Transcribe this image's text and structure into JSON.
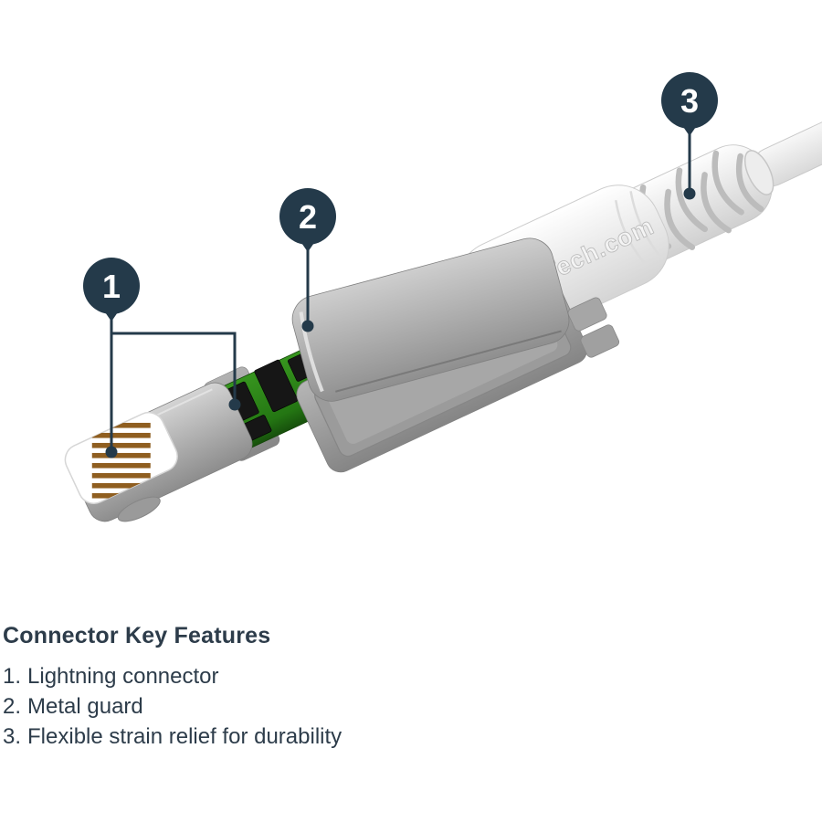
{
  "illustration": {
    "branding_text": "StarTech.com",
    "callouts": [
      {
        "number": "1"
      },
      {
        "number": "2"
      },
      {
        "number": "3"
      }
    ]
  },
  "features": {
    "heading": "Connector Key Features",
    "items": [
      {
        "num": "1.",
        "text": "Lightning connector"
      },
      {
        "num": "2.",
        "text": "Metal guard"
      },
      {
        "num": "3.",
        "text": "Flexible strain relief for durability"
      }
    ]
  },
  "colors": {
    "accent_navy": "#243a4a",
    "pcb_green": "#2e8a1d",
    "contact_gold": "#8f5e20",
    "metal_gray": "#a9a9a9",
    "text": "#2d3c4a",
    "background": "#ffffff"
  }
}
